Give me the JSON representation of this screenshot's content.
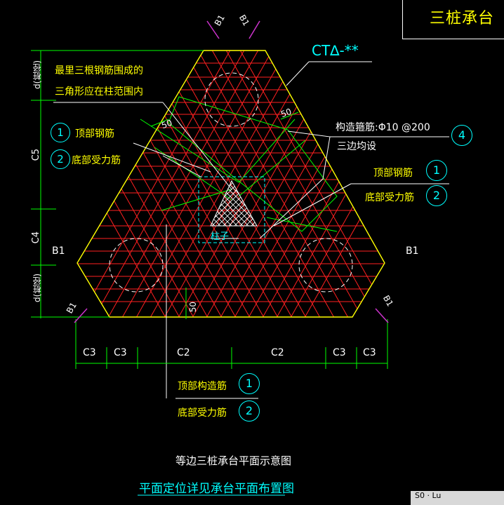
{
  "title_block": {
    "title": "三桩承台"
  },
  "cap_label": "CT∆-**",
  "notes": {
    "min_triangle_line1": "最里三根钢筋围成的",
    "min_triangle_line2": "三角形应在柱范围内",
    "stirrup_spec": "构造箍筋:Φ10 @200",
    "stirrup_note": "三边均设",
    "column": "柱子",
    "left_top_bar": "顶部钢筋",
    "left_bottom_bar": "底部受力筋",
    "right_top_bar": "顶部钢筋",
    "right_bottom_bar": "底部受力筋",
    "bottom_top_bar": "顶部构造筋",
    "bottom_bottom_bar": "底部受力筋"
  },
  "markers": {
    "m1": "1",
    "m2": "2",
    "m4": "4",
    "r1": "1",
    "r2": "2",
    "b1": "1",
    "b2": "2"
  },
  "section_marks": {
    "left": "B1",
    "right": "B1",
    "top_a": "B1",
    "top_b": "B1",
    "lower_left": "B1",
    "lower_right": "B1"
  },
  "dims": {
    "d_top": "d(桩径)",
    "c5": "C5",
    "c4": "C4",
    "d_bottom": "d(桩径)",
    "h1": "C3",
    "h2": "C3",
    "h3": "C2",
    "h4": "C2",
    "h5": "C3",
    "h6": "C3",
    "fifty_left": "50",
    "fifty_right": "50",
    "fifty_bottom": "50"
  },
  "captions": {
    "main": "等边三桩承台平面示意图",
    "sub": "平面定位详见承台平面布置图"
  },
  "status": {
    "text": "S0  ·  Lu"
  },
  "colors": {
    "outline": "#ffff00",
    "rebar": "#ff2020",
    "dim": "#00ff00",
    "leader": "#ffffff",
    "label": "#00ffff",
    "section": "#cc33cc"
  }
}
